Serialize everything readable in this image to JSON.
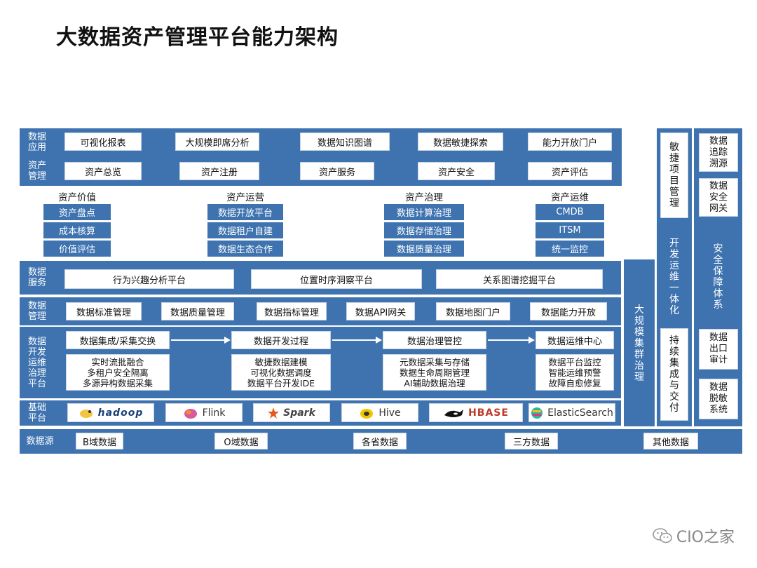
{
  "title": "大数据资产管理平台能力架构",
  "rows": {
    "app": {
      "label": "数据\n应用",
      "items": [
        "可视化报表",
        "大规模即席分析",
        "数据知识图谱",
        "数据敏捷探索",
        "能力开放门户"
      ]
    },
    "asset": {
      "label": "资产\n管理",
      "items": [
        "资产总览",
        "资产注册",
        "资产服务",
        "资产安全",
        "资产评估"
      ]
    },
    "service": {
      "label": "数据\n服务",
      "items": [
        "行为兴趣分析平台",
        "位置时序洞察平台",
        "关系图谱挖掘平台"
      ]
    },
    "manage": {
      "label": "数据\n管理",
      "items": [
        "数据标准管理",
        "数据质量管理",
        "数据指标管理",
        "数据API网关",
        "数据地图门户",
        "数据能力开放"
      ]
    },
    "dev": {
      "label": "数据\n开发\n运维\n治理\n平台",
      "flow": [
        "数据集成/采集交换",
        "数据开发过程",
        "数据治理管控",
        "数据运维中心"
      ],
      "details": [
        [
          "实时流批融合",
          "多租户安全隔离",
          "多源异构数据采集"
        ],
        [
          "敏捷数据建模",
          "可视化数据调度",
          "数据平台开发IDE"
        ],
        [
          "元数据采集与存储",
          "数据生命周期管理",
          "AI辅助数据治理"
        ],
        [
          "数据平台监控",
          "智能运维预警",
          "故障自愈修复"
        ]
      ]
    },
    "base": {
      "label": "基础\n平台",
      "items": [
        "hadoop",
        "Flink",
        "Spark",
        "Hive",
        "HBASE",
        "ElasticSearch"
      ]
    },
    "source": {
      "label": "数据源",
      "items": [
        "B域数据",
        "O域数据",
        "各省数据",
        "三方数据",
        "其他数据"
      ]
    }
  },
  "asset_groups": [
    {
      "head": "资产价值",
      "items": [
        "资产盘点",
        "成本核算",
        "价值评估"
      ]
    },
    {
      "head": "资产运营",
      "items": [
        "数据开放平台",
        "数据租户自建",
        "数据生态合作"
      ]
    },
    {
      "head": "资产治理",
      "items": [
        "数据计算治理",
        "数据存储治理",
        "数据质量治理"
      ]
    },
    {
      "head": "资产运维",
      "items": [
        "CMDB",
        "ITSM",
        "统一监控"
      ]
    }
  ],
  "side": {
    "cluster": "大\n规\n模\n集\n群\n治\n理",
    "agile": "敏\n捷\n项\n目\n管\n理",
    "devops": "开\n发\n运\n维\n一\n体\n化",
    "cicd": "持\n续\n集\n成\n与\n交\n付",
    "security": "安\n全\n保\n障\n体\n系",
    "sec_top": [
      "数据\n追踪\n溯源",
      "数据\n安全\n网关"
    ],
    "sec_bottom": [
      "数据\n出口\n审计",
      "数据\n脱敏\n系统"
    ]
  },
  "watermark": "CIO之家",
  "colors": {
    "bar": "#3e73b0",
    "panel": "#3e73b0"
  }
}
